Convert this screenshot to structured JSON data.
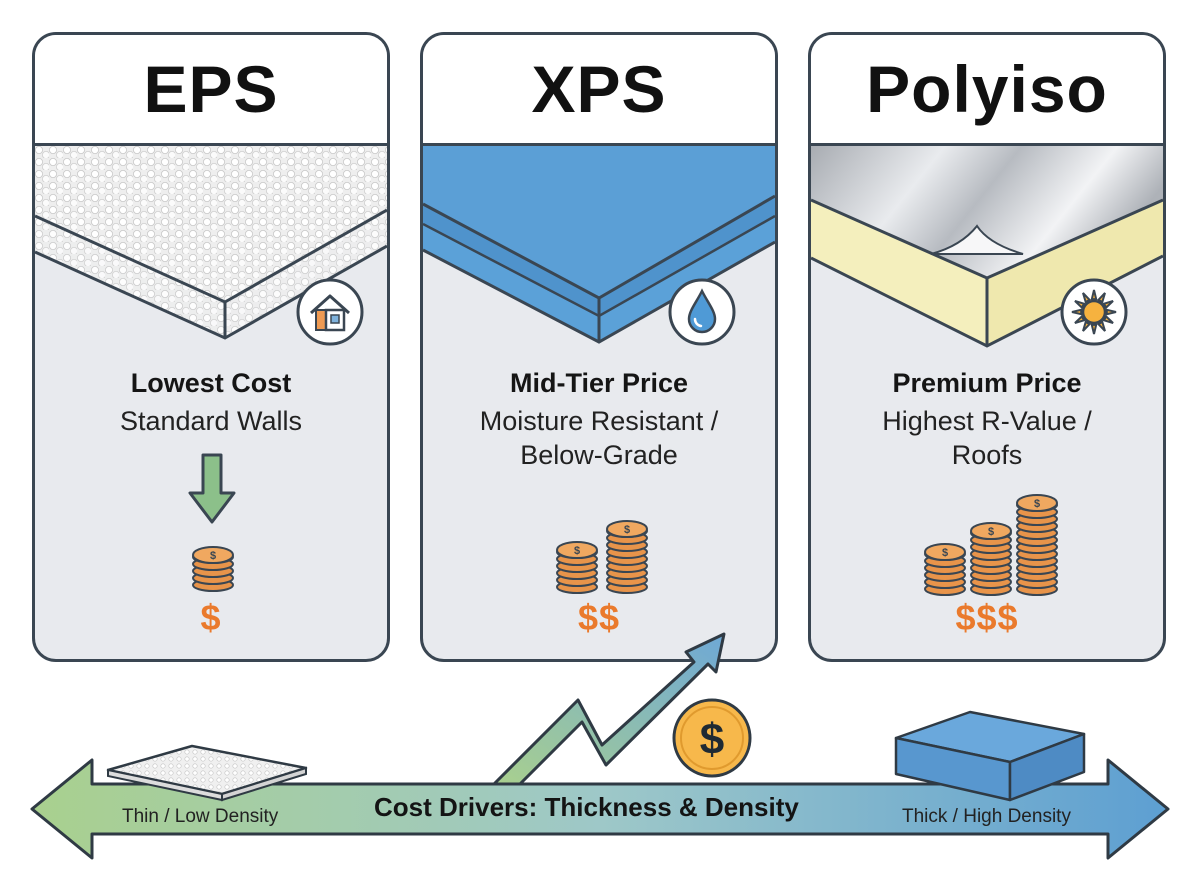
{
  "cards": [
    {
      "title": "EPS",
      "tier": "Lowest Cost",
      "description_lines": [
        "Standard Walls"
      ],
      "price": "$",
      "badge_icon": "house-icon",
      "material_color": "#f2f2f2"
    },
    {
      "title": "XPS",
      "tier": "Mid-Tier Price",
      "description_lines": [
        "Moisture Resistant /",
        "Below-Grade"
      ],
      "price": "$$",
      "badge_icon": "water-drop-icon",
      "material_color": "#5b9fd6"
    },
    {
      "title": "Polyiso",
      "tier": "Premium Price",
      "description_lines": [
        "Highest R-Value /",
        "Roofs"
      ],
      "price": "$$$",
      "badge_icon": "sun-icon",
      "material_color": "#f4efbd"
    }
  ],
  "cost_axis": {
    "title": "Cost Drivers: Thickness & Density",
    "left_label": "Thin / Low Density",
    "right_label": "Thick / High Density",
    "gradient_start": "#a9d08e",
    "gradient_end": "#5d9fd2"
  },
  "colors": {
    "border": "#3a4652",
    "coin": "#e8944a",
    "price_text": "#ea7a2c",
    "down_arrow": "#8cc08a",
    "dollar_coin": "#f7b84b"
  }
}
